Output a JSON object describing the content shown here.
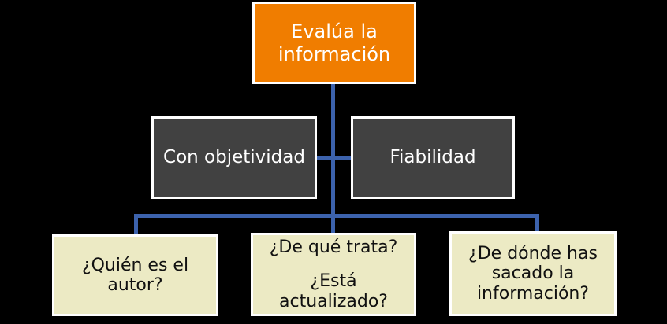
{
  "diagram": {
    "title": "Evalúa la información",
    "type": "hierarchy-tree",
    "background_color": "#000000",
    "connector_color": "#3C62AC",
    "levels": [
      {
        "level": 1,
        "nodes": [
          {
            "id": "root",
            "text": "Evalúa la\ninformación",
            "fill_color": "#F07D00",
            "text_color": "#FFFFFF",
            "border_color": "#FFFFFF"
          }
        ]
      },
      {
        "level": 2,
        "nodes": [
          {
            "id": "mid-left",
            "text": "Con objetividad",
            "fill_color": "#414141",
            "text_color": "#FFFFFF",
            "border_color": "#FFFFFF"
          },
          {
            "id": "mid-right",
            "text": "Fiabilidad",
            "fill_color": "#414141",
            "text_color": "#FFFFFF",
            "border_color": "#FFFFFF"
          }
        ]
      },
      {
        "level": 3,
        "nodes": [
          {
            "id": "leaf-left",
            "lines": [
              "¿Quién es el\nautor?"
            ],
            "fill_color": "#ECEAC4",
            "text_color": "#111111",
            "border_color": "#FFFFFF"
          },
          {
            "id": "leaf-center",
            "lines": [
              "¿De qué trata?",
              "¿Está\nactualizado?"
            ],
            "fill_color": "#ECEAC4",
            "text_color": "#111111",
            "border_color": "#FFFFFF"
          },
          {
            "id": "leaf-right",
            "lines": [
              "¿De dónde has\nsacado la\ninformación?"
            ],
            "fill_color": "#ECEAC4",
            "text_color": "#111111",
            "border_color": "#FFFFFF"
          }
        ]
      }
    ]
  }
}
